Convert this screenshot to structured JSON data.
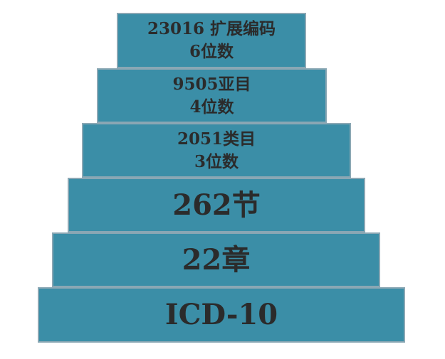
{
  "pyramid": {
    "levels": [
      {
        "line1": "23016 扩展编码",
        "line2": "6位数"
      },
      {
        "line1": "9505亚目",
        "line2": "4位数"
      },
      {
        "line1": "2051类目",
        "line2": "3位数"
      },
      {
        "label": "262节"
      },
      {
        "label": "22章"
      },
      {
        "label": "ICD-10"
      }
    ]
  },
  "colors": {
    "tier_fill": "#3b8ea7",
    "tier_border": "#8aa7b4",
    "text": "#2b2b2b"
  }
}
